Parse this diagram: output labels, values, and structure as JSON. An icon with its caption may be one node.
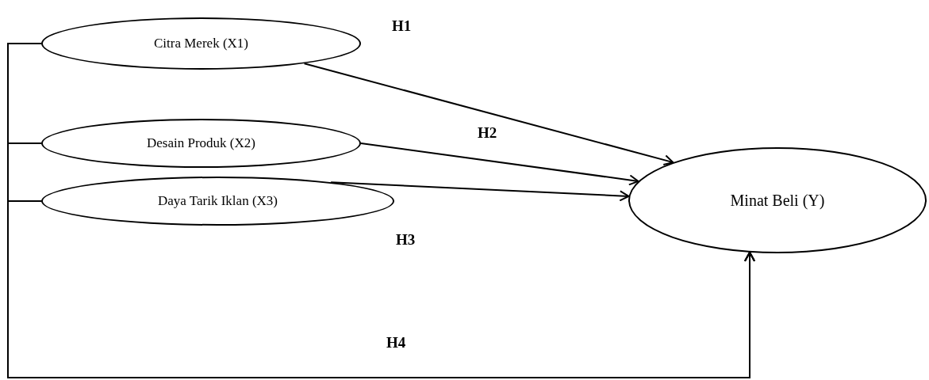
{
  "diagram": {
    "nodes": [
      {
        "text": [
          "Citra Merek (X1)"
        ]
      },
      {
        "text": [
          "Desain Produk (X2)"
        ]
      },
      {
        "text": [
          "Daya Tarik Iklan (X3)"
        ]
      },
      {
        "text": [
          "Minat Beli (Y)"
        ]
      }
    ],
    "edges": [
      {
        "from": 0,
        "to": 3,
        "arrow": "to",
        "label": "H1"
      },
      {
        "from": 1,
        "to": 3,
        "arrow": "to",
        "label": "H2"
      },
      {
        "from": 2,
        "to": 3,
        "arrow": "to",
        "label": "H3"
      },
      {
        "from": 0,
        "to": 3,
        "arrow": "to",
        "label": "H4"
      },
      {
        "from": 1,
        "to": 3,
        "arrow": "to"
      },
      {
        "from": 2,
        "to": 3,
        "arrow": "to"
      }
    ]
  }
}
